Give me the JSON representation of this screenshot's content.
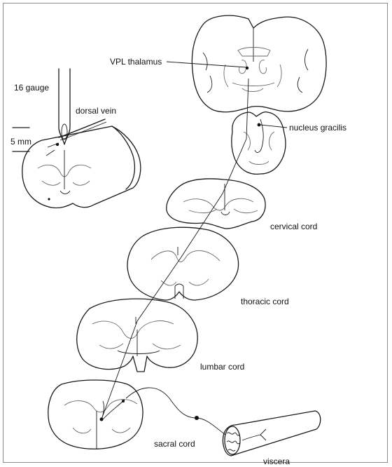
{
  "labels": {
    "vpl_thalamus": "VPL thalamus",
    "gauge": "16 gauge",
    "dorsal_vein": "dorsal vein",
    "scale": "5 mm",
    "nucleus_gracilis": "nucleus gracilis",
    "cervical_cord": "cervical cord",
    "thoracic_cord": "thoracic cord",
    "lumbar_cord": "lumbar cord",
    "sacral_cord": "sacral cord",
    "viscera": "viscera"
  }
}
